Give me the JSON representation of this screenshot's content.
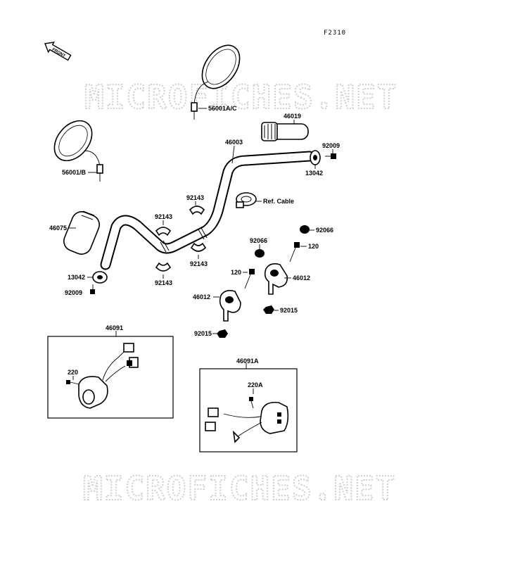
{
  "figure_code": "F2310",
  "front_label": "FRONT",
  "watermark": "MICROFICHES.NET",
  "labels": {
    "mirror_right": "56001A/C",
    "mirror_left": "56001/B",
    "grip_right": "46019",
    "handlebar": "46003",
    "bolt_right": "92009",
    "weight_right": "13042",
    "ref_cable": "Ref. Cable",
    "grip_left": "46075",
    "weight_left": "13042",
    "bolt_left": "92009",
    "clamp_1": "92143",
    "clamp_2": "92143",
    "clamp_3": "92143",
    "clamp_4": "92143",
    "cap_right": "92066",
    "cap_left": "92066",
    "bolt_120_right": "120",
    "bolt_120_left": "120",
    "holder_right": "46012",
    "holder_left": "46012",
    "nut_right": "92015",
    "nut_left": "92015",
    "switch_left": "46091",
    "screw_left": "220",
    "switch_right": "46091A",
    "screw_right": "220A"
  }
}
